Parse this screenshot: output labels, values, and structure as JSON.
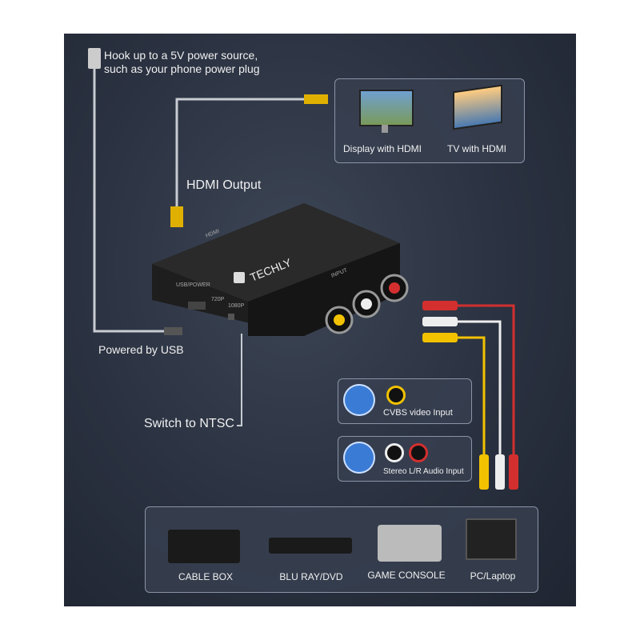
{
  "labels": {
    "usb_source": "Hook up to a 5V power source,",
    "usb_source_2": "such as your phone power plug",
    "hdmi_output": "HDMI Output",
    "powered_by_usb": "Powered by USB",
    "switch_ntsc": "Switch to NTSC"
  },
  "displays": [
    {
      "label": "Display with HDMI",
      "icon": "monitor-icon"
    },
    {
      "label": "TV with HDMI",
      "icon": "tv-icon"
    }
  ],
  "inputs": [
    {
      "label": "CVBS video Input",
      "icon": "monitor-icon"
    },
    {
      "label": "Stereo L/R Audio Input",
      "icon": "speaker-icon"
    }
  ],
  "device": {
    "brand": "TECHLY",
    "port_label": "USB/POWER",
    "res_720": "720P",
    "res_1080": "1080P",
    "output_mark": "HDMI",
    "input_mark": "INPUT"
  },
  "sources": [
    {
      "label": "CABLE BOX"
    },
    {
      "label": "BLU RAY/DVD"
    },
    {
      "label": "GAME CONSOLE"
    },
    {
      "label": "PC/Laptop"
    }
  ],
  "colors": {
    "background": "#2a3140",
    "wire": "#c8ccd2",
    "accent_blue": "#3a7bd5",
    "rca_yellow": "#f2c200",
    "rca_red": "#d32f2f",
    "rca_white": "#eeeeee",
    "hdmi_gold": "#e0b000"
  }
}
